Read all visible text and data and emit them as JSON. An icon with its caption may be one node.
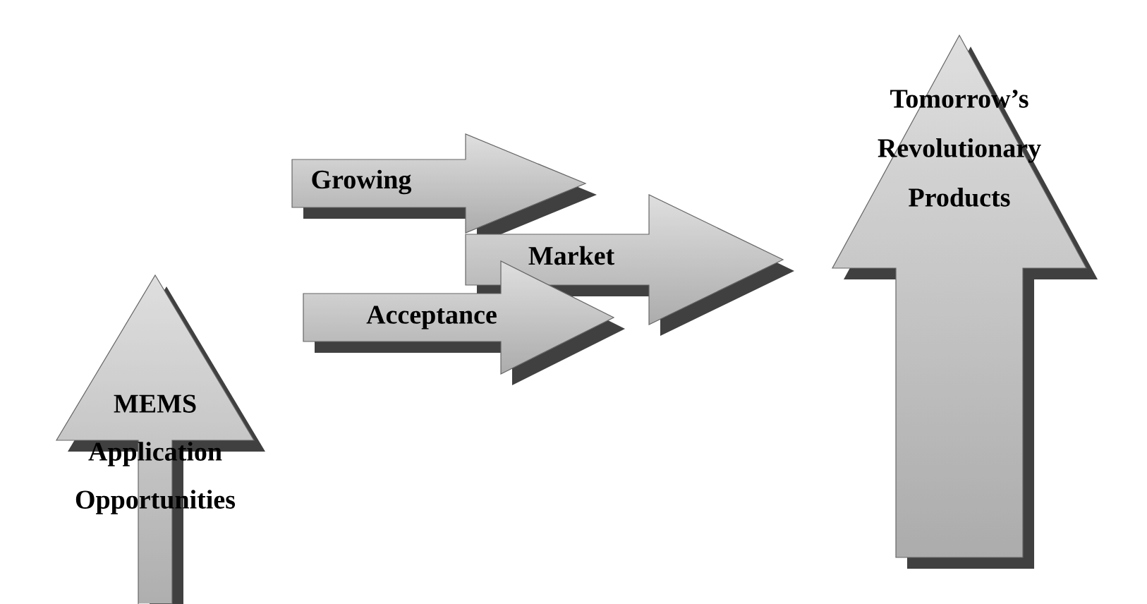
{
  "diagram": {
    "nodes": [
      {
        "text": [
          "MEMS Application Opportunities"
        ]
      },
      {
        "text": [
          "Growing"
        ]
      },
      {
        "text": [
          "Market"
        ]
      },
      {
        "text": [
          "Acceptance"
        ]
      },
      {
        "text": [
          "Tomorrow’s Revolutionary Products"
        ]
      }
    ]
  }
}
